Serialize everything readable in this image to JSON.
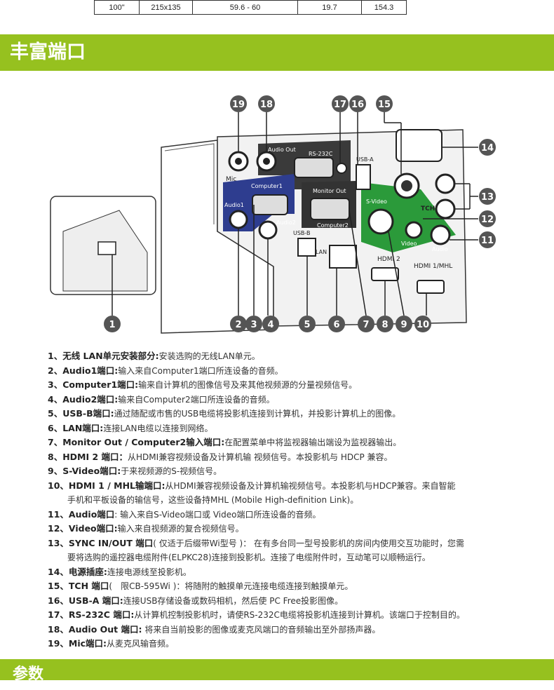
{
  "top_table": {
    "cells": [
      "100\"",
      "215x135",
      "59.6 - 60",
      "19.7",
      "154.3"
    ]
  },
  "section_title": "丰富端口",
  "next_section_title": "参数",
  "diagram_labels": {
    "mic": "Mic",
    "audio_out": "Audio Out",
    "rs232c": "RS-232C",
    "usb_a": "USB-A",
    "computer1": "Computer1",
    "audio1": "Audio1",
    "monitor_out": "Monitor Out",
    "audio2": "Audio2",
    "computer2": "Computer2",
    "usb_b": "USB-B",
    "lan": "LAN",
    "svideo": "S-Video",
    "video": "Video",
    "audio": "Audio",
    "tch": "TCH",
    "hdmi2": "HDMI 2",
    "hdmi1": "HDMI 1/MHL"
  },
  "callout_numbers": [
    "1",
    "2",
    "3",
    "4",
    "5",
    "6",
    "7",
    "8",
    "9",
    "10",
    "11",
    "12",
    "13",
    "14",
    "15",
    "16",
    "17",
    "18",
    "19"
  ],
  "ports": [
    {
      "label": "1、无线 LAN单元安装部分:",
      "desc": "安装选购的无线LAN单元。"
    },
    {
      "label": "2、Audio1端口:",
      "desc": "输入来自Computer1端口所连设备的音频。"
    },
    {
      "label": "3、Computer1端口:",
      "desc": "输来自计算机的图像信号及来其他视频源的分量视频信号。"
    },
    {
      "label": "4、Audio2端口:",
      "desc": "输来自Computer2端口所连设备的音频。"
    },
    {
      "label": "5、USB-B端口:",
      "desc": "通过随配或市售的USB电缆将投影机连接到计算机，并投影计算机上的图像。"
    },
    {
      "label": "6、LAN端口:",
      "desc": "连接LAN电缆以连接到网络。"
    },
    {
      "label": "7、Monitor Out / Computer2输入端口:",
      "desc": "在配置菜单中将监视器输出端设为监视器输出。"
    },
    {
      "label": "8、HDMI 2 端口：",
      "desc": "从HDMI兼容视频设备及计算机输 视频信号。本投影机与 HDCP 兼容。"
    },
    {
      "label": "9、S-Video端口:",
      "desc": "于来视频源的S-视频信号。"
    },
    {
      "label": "10、HDMI 1 / MHL输端口:",
      "desc": "从HDMI兼容视频设备及计算机输视频信号。本投影机与HDCP兼容。来自智能"
    },
    {
      "cont": "手机和平板设备的输信号，这些设备持MHL (Mobile High-definition Link)。"
    },
    {
      "label": "11、Audio端口",
      "desc": ": 输入来自S-Video端口或 Video端口所连设备的音频。"
    },
    {
      "label": "12、Video端口:",
      "desc": "输入来自视频源的复合视频信号。"
    },
    {
      "label": "13、SYNC IN/OUT 端口",
      "desc": "( 仅适于后缀带Wi型号 )： 在有多台同一型号投影机的房间内使用交互功能时，您需"
    },
    {
      "cont": "要将选购的遥控器电缆附件(ELPKC28)连接到投影机。连接了电缆附件时，互动笔可以顺畅运行。"
    },
    {
      "label": "14、电源插座:",
      "desc": "连接电源线至投影机。"
    },
    {
      "label": "15、TCH 端口",
      "desc": "(　限CB-595Wi )：将随附的触摸单元连接电缆连接到触摸单元。"
    },
    {
      "label": "16、USB-A 端口:",
      "desc": "连接USB存储设备或数码相机，然后使 PC Free投影图像。"
    },
    {
      "label": "17、RS-232C 端口:",
      "desc": "从计算机控制投影机时，请使RS-232C电缆将投影机连接到计算机。该端口于控制目的。"
    },
    {
      "label": "18、Audio Out 端口:",
      "desc": " 将来自当前投影的图像或麦克风端口的音频输出至外部扬声器。"
    },
    {
      "label": "19、Mic端口:",
      "desc": "从麦克风输音频。"
    }
  ]
}
